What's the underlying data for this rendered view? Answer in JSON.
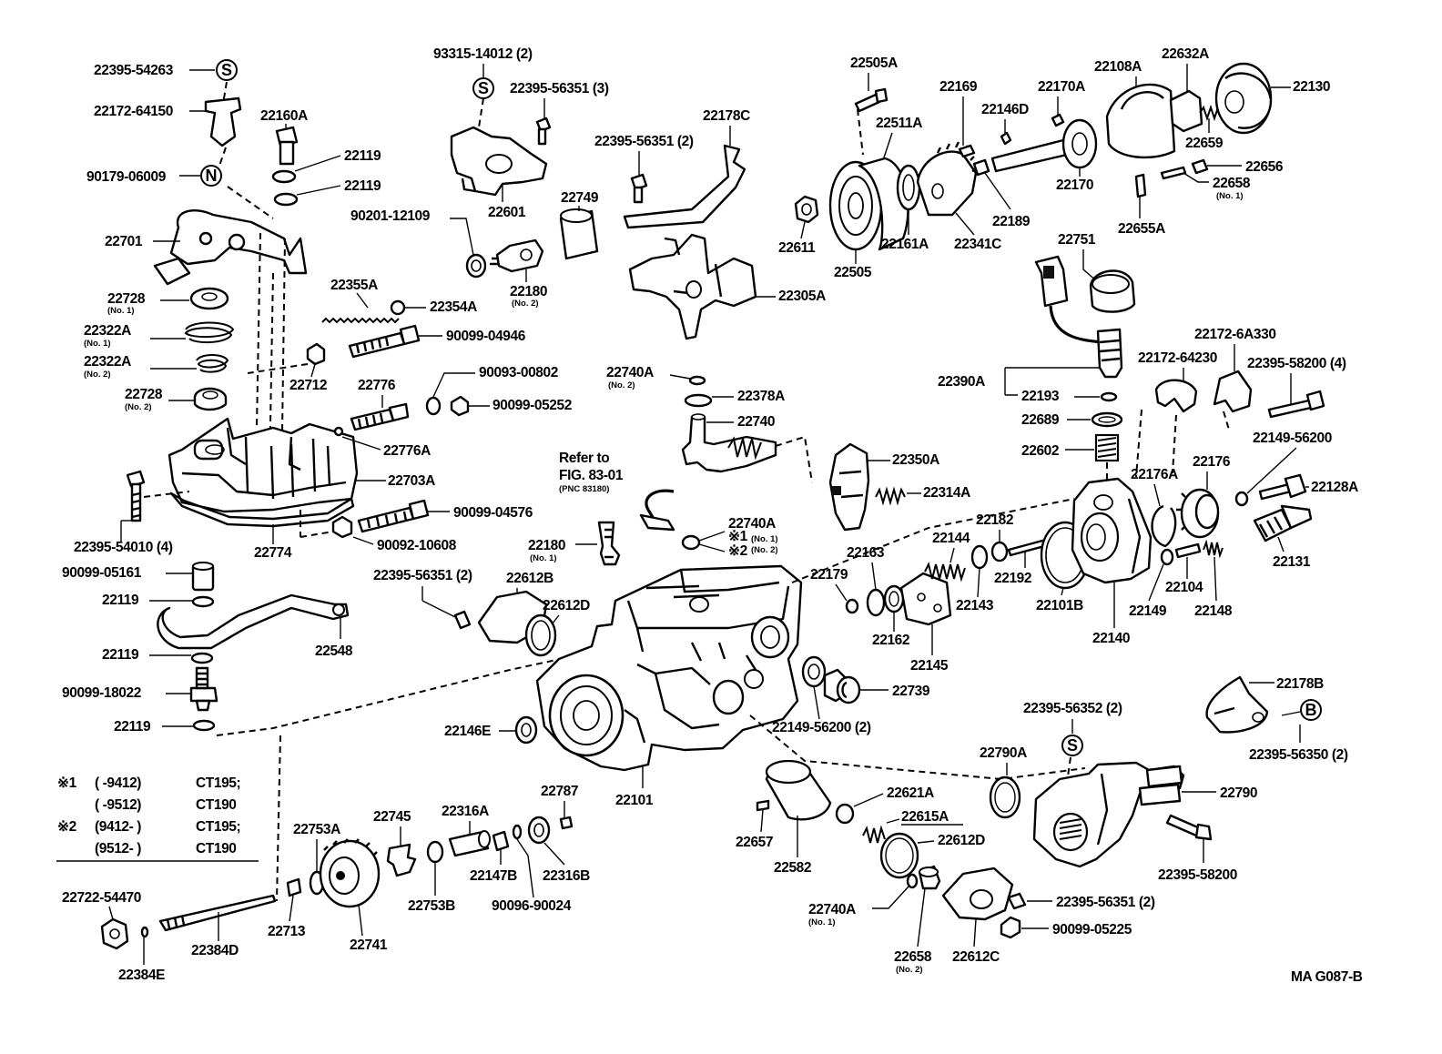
{
  "diagram": {
    "drawing_code": "MA G087-B",
    "callouts": {
      "c22395_54263": "22395-54263",
      "c22172_64150": "22172-64150",
      "c90179_06009": "90179-06009",
      "c22701": "22701",
      "c22728_1": "22728",
      "c22322A_1": "22322A",
      "c22322A_2": "22322A",
      "c22728_2": "22728",
      "c22395_54010": "22395-54010 (4)",
      "c22774": "22774",
      "c90099_05161": "90099-05161",
      "c22119_a": "22119",
      "c22119_b": "22119",
      "c90099_18022": "90099-18022",
      "c22119_c": "22119",
      "c22548": "22548",
      "c22160A": "22160A",
      "c22119_d": "22119",
      "c22119_e": "22119",
      "c22355A": "22355A",
      "c22354A": "22354A",
      "c90099_04946": "90099-04946",
      "c22712": "22712",
      "c22776": "22776",
      "c22776A": "22776A",
      "c22703A": "22703A",
      "c90099_04576": "90099-04576",
      "c90092_10608": "90092-10608",
      "c90093_00802": "90093-00802",
      "c90099_05252": "90099-05252",
      "c93315_14012": "93315-14012 (2)",
      "c22395_56351_3": "22395-56351 (3)",
      "c22601": "22601",
      "c90201_12109": "90201-12109",
      "c22180_2": "22180",
      "c22749": "22749",
      "c22395_56351_2a": "22395-56351 (2)",
      "c22178C": "22178C",
      "c22305A": "22305A",
      "c22740A_2": "22740A",
      "c22378A": "22378A",
      "c22740": "22740",
      "c22350A": "22350A",
      "c22314A": "22314A",
      "c22740A_13": "22740A",
      "c22180_1": "22180",
      "c22395_56351_2b": "22395-56351 (2)",
      "c22612B": "22612B",
      "c22612D_a": "22612D",
      "c22505A": "22505A",
      "c22511A": "22511A",
      "c22169": "22169",
      "c22170A": "22170A",
      "c22146D": "22146D",
      "c22108A": "22108A",
      "c22632A": "22632A",
      "c22130": "22130",
      "c22659": "22659",
      "c22656": "22656",
      "c22658_1": "22658",
      "c22655A": "22655A",
      "c22170": "22170",
      "c22189": "22189",
      "c22341C": "22341C",
      "c22161A": "22161A",
      "c22505": "22505",
      "c22611": "22611",
      "c22751": "22751",
      "c22172_6A330": "22172-6A330",
      "c22172_64230": "22172-64230",
      "c22395_58200_4": "22395-58200 (4)",
      "c22390A": "22390A",
      "c22193": "22193",
      "c22689": "22689",
      "c22602": "22602",
      "c22149_56200": "22149-56200",
      "c22176A": "22176A",
      "c22176": "22176",
      "c22128A": "22128A",
      "c22131": "22131",
      "c22182": "22182",
      "c22144": "22144",
      "c22163": "22163",
      "c22179": "22179",
      "c22162": "22162",
      "c22143": "22143",
      "c22192": "22192",
      "c22101B": "22101B",
      "c22145": "22145",
      "c22140": "22140",
      "c22149": "22149",
      "c22104": "22104",
      "c22148": "22148",
      "c22739": "22739",
      "c22149_56200_2": "22149-56200 (2)",
      "c22146E": "22146E",
      "c22101": "22101",
      "c22178B": "22178B",
      "c22395_56352": "22395-56352 (2)",
      "c22395_56350": "22395-56350 (2)",
      "c22790A": "22790A",
      "c22790": "22790",
      "c22395_58200": "22395-58200",
      "c22621A": "22621A",
      "c22615A": "22615A",
      "c22612D_b": "22612D",
      "c22657": "22657",
      "c22582": "22582",
      "c22740A_1": "22740A",
      "c22658_2": "22658",
      "c22612C": "22612C",
      "c22395_56351_2c": "22395-56351 (2)",
      "c90099_05225": "90099-05225",
      "c22787": "22787",
      "c22745": "22745",
      "c22316A": "22316A",
      "c22147B": "22147B",
      "c22316B": "22316B",
      "c90096_90024": "90096-90024",
      "c22753A": "22753A",
      "c22753B": "22753B",
      "c22741": "22741",
      "c22713": "22713",
      "c22722_54470": "22722-54470",
      "c22384D": "22384D",
      "c22384E": "22384E"
    },
    "qualifiers": {
      "no1": "(No. 1)",
      "no2": "(No. 2)",
      "pnc": "(PNC 83180)"
    },
    "reference_note": {
      "line1": "Refer to",
      "line2": "FIG. 83-01"
    },
    "symbols": {
      "s": "S",
      "n": "N",
      "b": "B",
      "note1": "※1",
      "note2": "※2"
    },
    "legend": {
      "row1": {
        "mark": "※1",
        "range": "(       -9412)",
        "model": "CT195;"
      },
      "row2": {
        "mark": "",
        "range": "(       -9512)",
        "model": "CT190"
      },
      "row3": {
        "mark": "※2",
        "range": "(9412-        )",
        "model": "CT195;"
      },
      "row4": {
        "mark": "",
        "range": "(9512-        )",
        "model": "CT190"
      }
    }
  }
}
